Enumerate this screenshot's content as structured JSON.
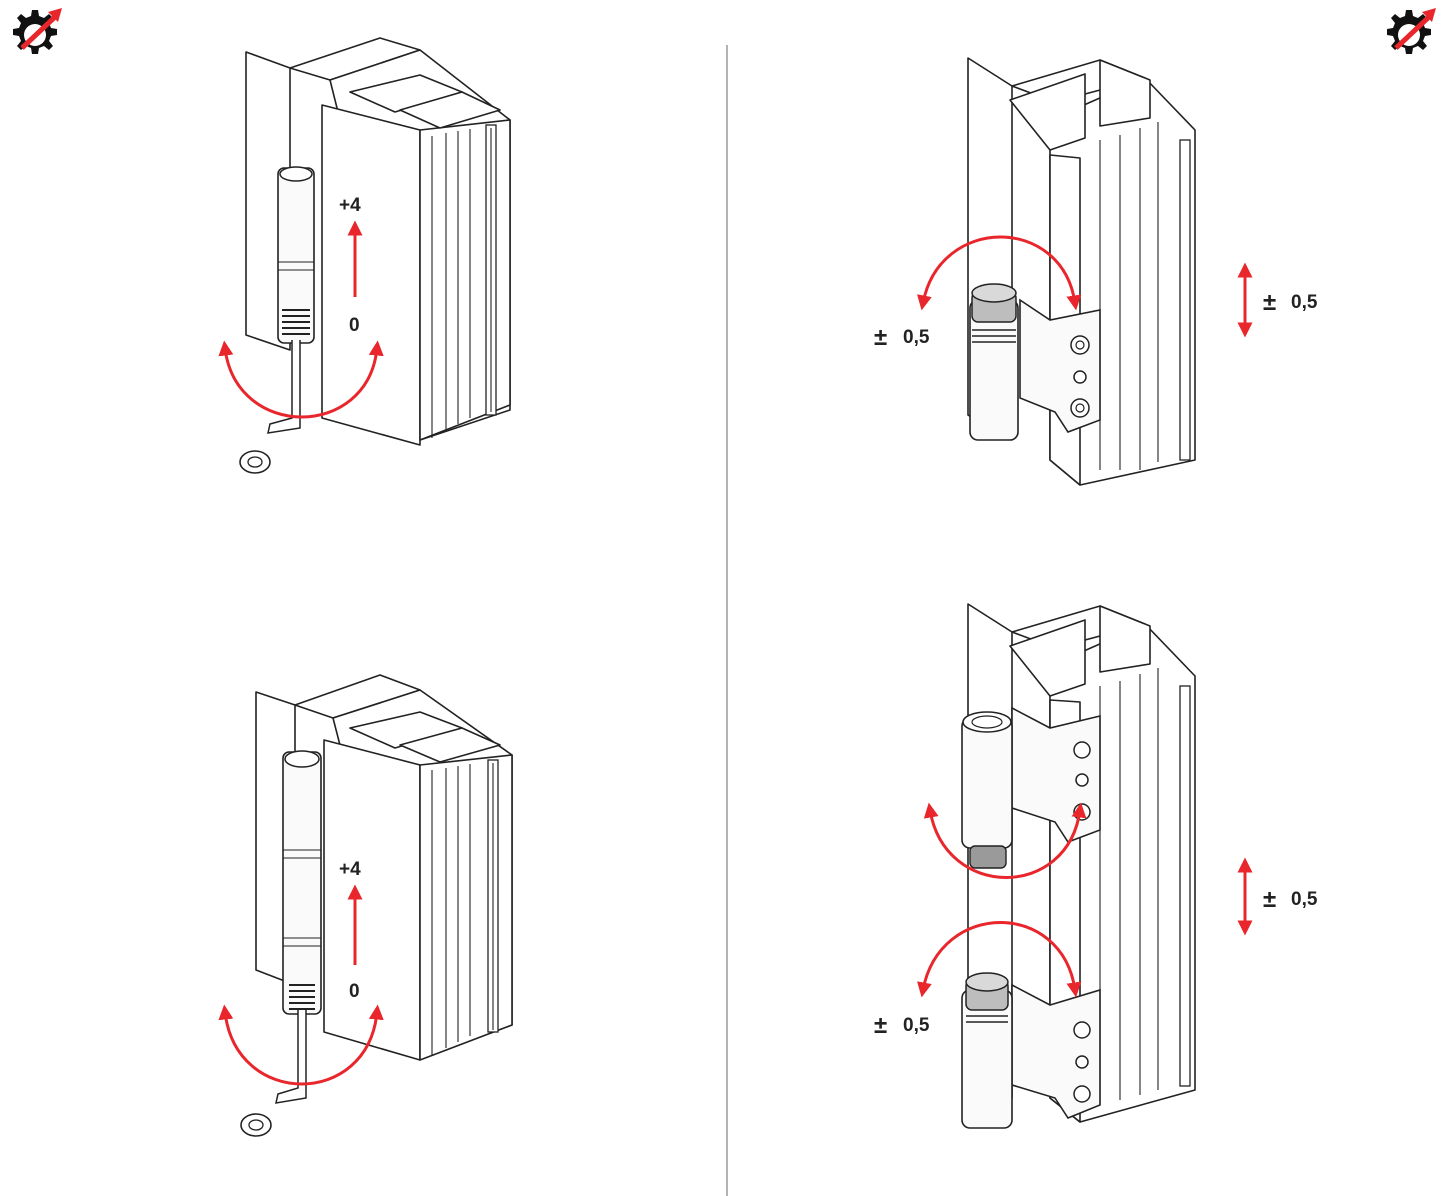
{
  "icons": {
    "corner_icon": "gear-with-arrow-icon"
  },
  "colors": {
    "accent": "#e8262b",
    "line": "#222222"
  },
  "panels": {
    "top_left": {
      "label_top": "+4",
      "label_bottom": "0"
    },
    "bottom_left": {
      "label_top": "+4",
      "label_bottom": "0"
    },
    "top_right": {
      "side_pm": "±",
      "side_value": "0,5",
      "vert_pm": "±",
      "vert_value": "0,5"
    },
    "bottom_right": {
      "side_pm": "±",
      "side_value": "0,5",
      "vert_pm": "±",
      "vert_value": "0,5"
    }
  }
}
